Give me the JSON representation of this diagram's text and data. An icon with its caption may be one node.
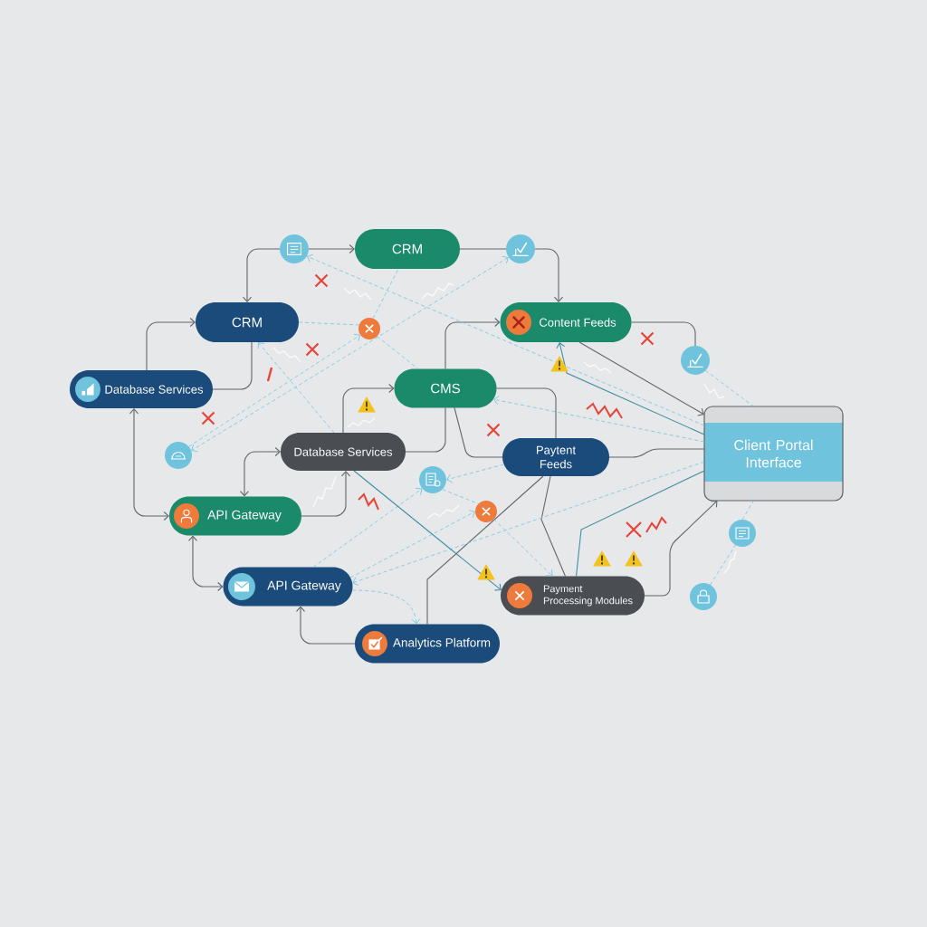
{
  "diagram": {
    "nodes": [
      {
        "text": [],
        "shape": "circle"
      },
      {
        "text": [
          "CRM"
        ]
      },
      {
        "text": [],
        "shape": "circle"
      },
      {
        "text": [
          "CRM"
        ]
      },
      {
        "text": [],
        "shape": "circle"
      },
      {
        "text": [
          "Content Feeds"
        ]
      },
      {
        "text": [],
        "shape": "circle"
      },
      {
        "text": [
          "Database Services"
        ]
      },
      {
        "text": [
          "CMS"
        ]
      },
      {
        "text": [],
        "shape": "circle"
      },
      {
        "text": [
          "Database Services"
        ]
      },
      {
        "text": [
          "Paytent Feeds"
        ]
      },
      {
        "text": [
          "Client Portal Interface"
        ]
      },
      {
        "text": [
          "API Gateway"
        ]
      },
      {
        "text": [],
        "shape": "circle"
      },
      {
        "text": [],
        "shape": "circle"
      },
      {
        "text": [],
        "shape": "circle"
      },
      {
        "text": [
          "API Gateway"
        ]
      },
      {
        "text": [
          "Payment Processing Modules"
        ]
      },
      {
        "text": [],
        "shape": "circle"
      },
      {
        "text": [
          "Analytics Platform"
        ]
      }
    ],
    "edges": [
      {
        "from": 0,
        "to": 1,
        "arrow": "to"
      },
      {
        "from": 0,
        "to": 3,
        "arrow": "to"
      },
      {
        "from": 1,
        "to": 2,
        "arrow": "none"
      },
      {
        "from": 2,
        "to": 5,
        "arrow": "to"
      },
      {
        "from": 7,
        "to": 3,
        "arrow": "to"
      },
      {
        "from": 3,
        "to": 7,
        "arrow": "none"
      },
      {
        "from": 13,
        "to": 7,
        "arrow": "both"
      },
      {
        "from": 8,
        "to": 5,
        "arrow": "to"
      },
      {
        "from": 10,
        "to": 8,
        "arrow": "to"
      },
      {
        "from": 13,
        "to": 10,
        "arrow": "both"
      },
      {
        "from": 13,
        "to": 10,
        "arrow": "to"
      },
      {
        "from": 13,
        "to": 17,
        "arrow": "both"
      },
      {
        "from": 20,
        "to": 17,
        "arrow": "to"
      },
      {
        "from": 10,
        "to": 8,
        "arrow": "none"
      },
      {
        "from": 8,
        "to": 11,
        "arrow": "none"
      },
      {
        "from": 8,
        "to": 11,
        "arrow": "none"
      },
      {
        "from": 11,
        "to": 12,
        "arrow": "none"
      },
      {
        "from": 5,
        "to": 12,
        "arrow": "to"
      },
      {
        "from": 5,
        "to": 6,
        "arrow": "none"
      },
      {
        "from": 18,
        "to": 12,
        "arrow": "to"
      },
      {
        "from": 18,
        "to": 12,
        "arrow": "none",
        "color": "#3d8ea5"
      },
      {
        "from": 11,
        "to": 20,
        "arrow": "none"
      },
      {
        "from": 11,
        "to": 18,
        "arrow": "none"
      },
      {
        "from": 12,
        "to": 5,
        "arrow": "to",
        "color": "#3d8ea5"
      },
      {
        "from": 3,
        "to": 4,
        "arrow": "none",
        "style": "dashed",
        "color": "#7ec8e3"
      },
      {
        "from": 9,
        "to": 4,
        "arrow": "to",
        "style": "dashed",
        "color": "#7ec8e3"
      },
      {
        "from": 2,
        "to": 9,
        "arrow": "both",
        "style": "dashed",
        "color": "#7ec8e3"
      },
      {
        "from": 4,
        "to": 1,
        "arrow": "none",
        "style": "dashed",
        "color": "#7ec8e3"
      },
      {
        "from": 12,
        "to": 0,
        "arrow": "to",
        "style": "dashed",
        "color": "#7ec8e3"
      },
      {
        "from": 4,
        "to": 8,
        "arrow": "none",
        "style": "dashed",
        "color": "#7ec8e3"
      },
      {
        "from": 12,
        "to": 8,
        "arrow": "to",
        "style": "dashed",
        "color": "#7ec8e3"
      },
      {
        "from": 11,
        "to": 14,
        "arrow": "to",
        "style": "dashed",
        "color": "#7ec8e3"
      },
      {
        "from": 17,
        "to": 14,
        "arrow": "to",
        "style": "dashed",
        "color": "#7ec8e3"
      },
      {
        "from": 17,
        "to": 15,
        "arrow": "to",
        "style": "dashed",
        "color": "#7ec8e3"
      },
      {
        "from": 17,
        "to": 20,
        "arrow": "to",
        "style": "dashed",
        "color": "#7ec8e3"
      },
      {
        "from": 14,
        "to": 15,
        "arrow": "none",
        "style": "dashed",
        "color": "#7ec8e3"
      },
      {
        "from": 15,
        "to": 18,
        "arrow": "to",
        "style": "dashed",
        "color": "#7ec8e3"
      },
      {
        "from": 12,
        "to": 17,
        "arrow": "to",
        "style": "dashed",
        "color": "#7ec8e3"
      },
      {
        "from": 6,
        "to": 12,
        "arrow": "none",
        "style": "dashed",
        "color": "#7ec8e3"
      },
      {
        "from": 16,
        "to": 12,
        "arrow": "none",
        "style": "dashed",
        "color": "#7ec8e3"
      },
      {
        "from": 19,
        "to": 16,
        "arrow": "none",
        "style": "dashed",
        "color": "#7ec8e3"
      },
      {
        "from": 10,
        "to": 18,
        "arrow": "to",
        "color": "#3d8ea5"
      },
      {
        "from": 10,
        "to": 3,
        "arrow": "to",
        "style": "dashed",
        "color": "#7ec8e3"
      }
    ]
  }
}
